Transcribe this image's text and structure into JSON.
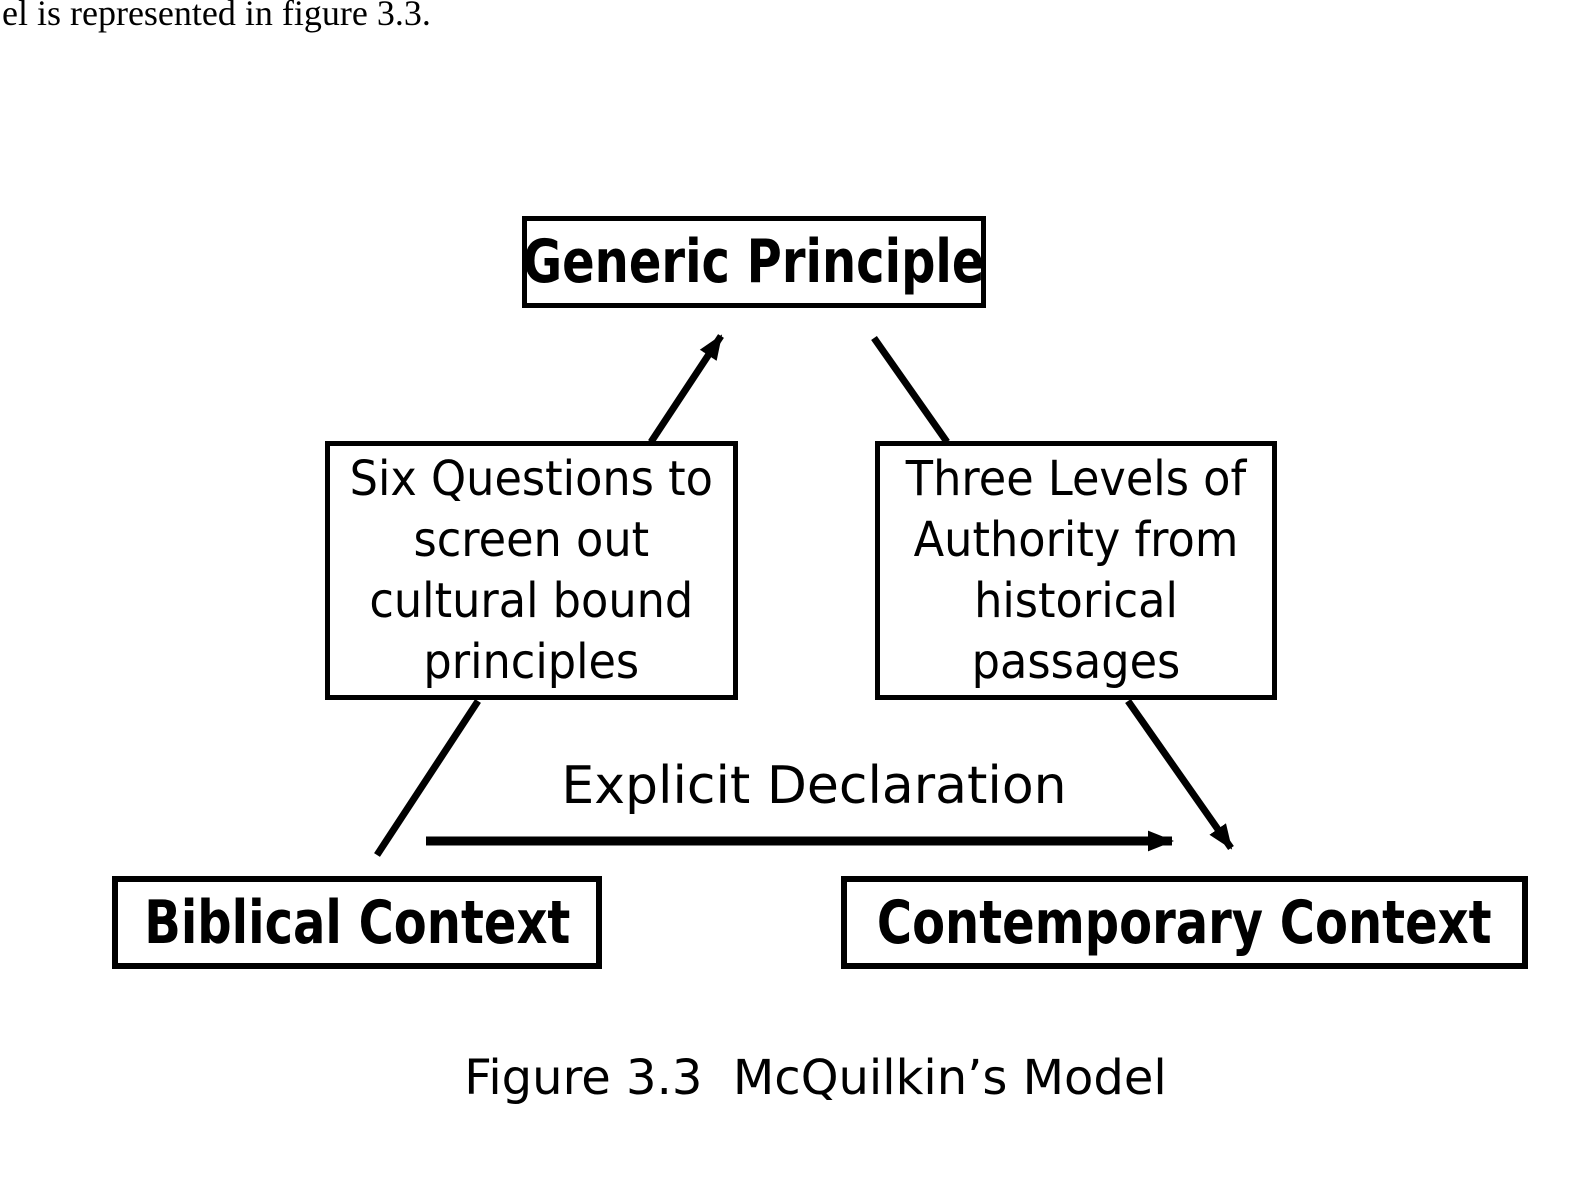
{
  "page": {
    "fragment_text": "el is represented in figure 3.3.",
    "caption": "Figure 3.3  McQuilkin’s Model",
    "colors": {
      "ink": "#000000",
      "paper": "#ffffff"
    }
  },
  "diagram": {
    "title": "McQuilkin’s Model",
    "boxes": {
      "generic_principle": {
        "label": "Generic Principle"
      },
      "six_questions": {
        "lines": [
          "Six Questions to",
          "screen out",
          "cultural bound",
          "principles"
        ]
      },
      "three_levels": {
        "lines": [
          "Three Levels of",
          "Authority from",
          "historical",
          "passages"
        ]
      },
      "biblical_context": {
        "label": "Biblical Context"
      },
      "contemporary_context": {
        "label": "Contemporary Context"
      }
    },
    "edge_label": "Explicit Declaration",
    "edges": [
      {
        "from": "six_questions",
        "to": "generic_principle",
        "arrowhead": true
      },
      {
        "from": "generic_principle",
        "to": "three_levels",
        "arrowhead": false
      },
      {
        "from": "biblical_context",
        "to": "six_questions",
        "arrowhead": false
      },
      {
        "from": "three_levels",
        "to": "contemporary_context",
        "arrowhead": true
      },
      {
        "from": "biblical_context",
        "to": "contemporary_context",
        "arrowhead": true,
        "label": "Explicit Declaration"
      }
    ]
  }
}
